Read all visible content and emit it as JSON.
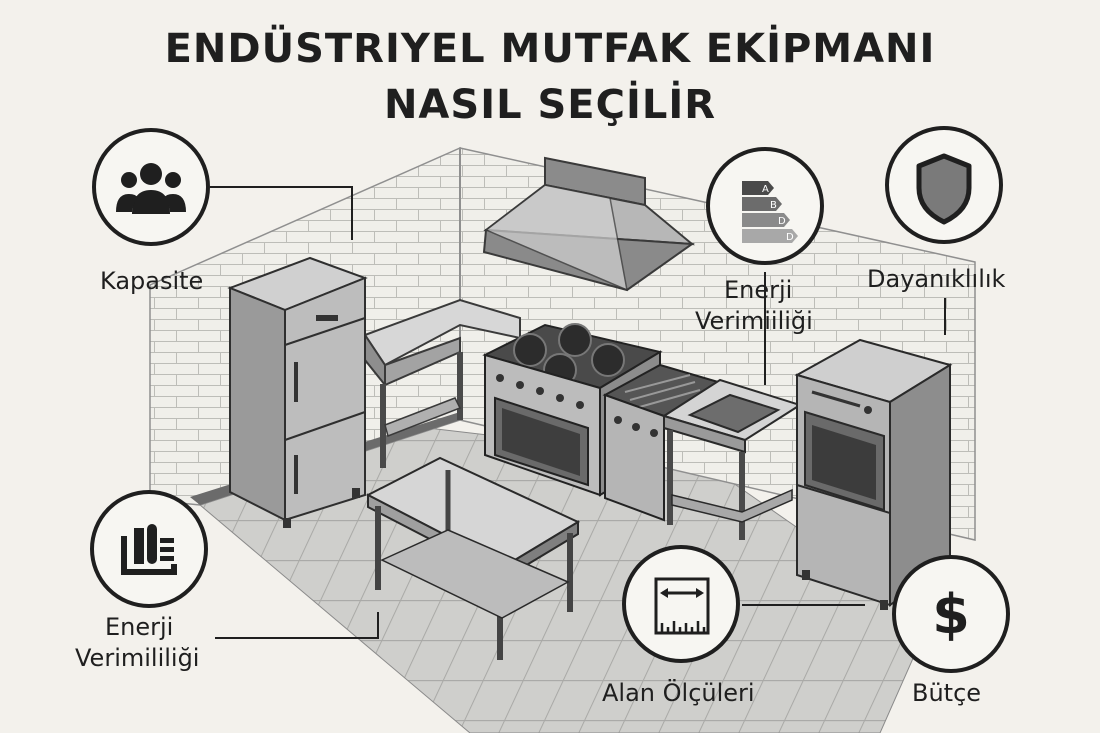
{
  "title": {
    "line1": "ENDÜSTRIYEL MUTFAK EKİPMANI",
    "line2": "NASIL SEÇİLİR"
  },
  "callouts": {
    "capacity": {
      "label": "Kapasite",
      "icon": "people-icon"
    },
    "energy_top": {
      "line1": "Enerji",
      "line2": "Verimiiliği",
      "icon": "energy-rating-icon",
      "grades": [
        "A",
        "B",
        "D",
        "D"
      ]
    },
    "durability": {
      "label": "Dayanıklılık",
      "icon": "shield-icon"
    },
    "energy_bottom": {
      "line1": "Enerji",
      "line2": "Verimililiği",
      "icon": "energy-device-icon"
    },
    "dimensions": {
      "label": "Alan Ölçüleri",
      "icon": "ruler-icon"
    },
    "budget": {
      "label": "Bütçe",
      "icon": "dollar-icon",
      "symbol": "$"
    }
  },
  "colors": {
    "background": "#f3f1ec",
    "ink": "#1f1f1f",
    "steel_light": "#c9c9c9",
    "steel_mid": "#9c9c9c",
    "steel_dark": "#5e5e5e"
  }
}
